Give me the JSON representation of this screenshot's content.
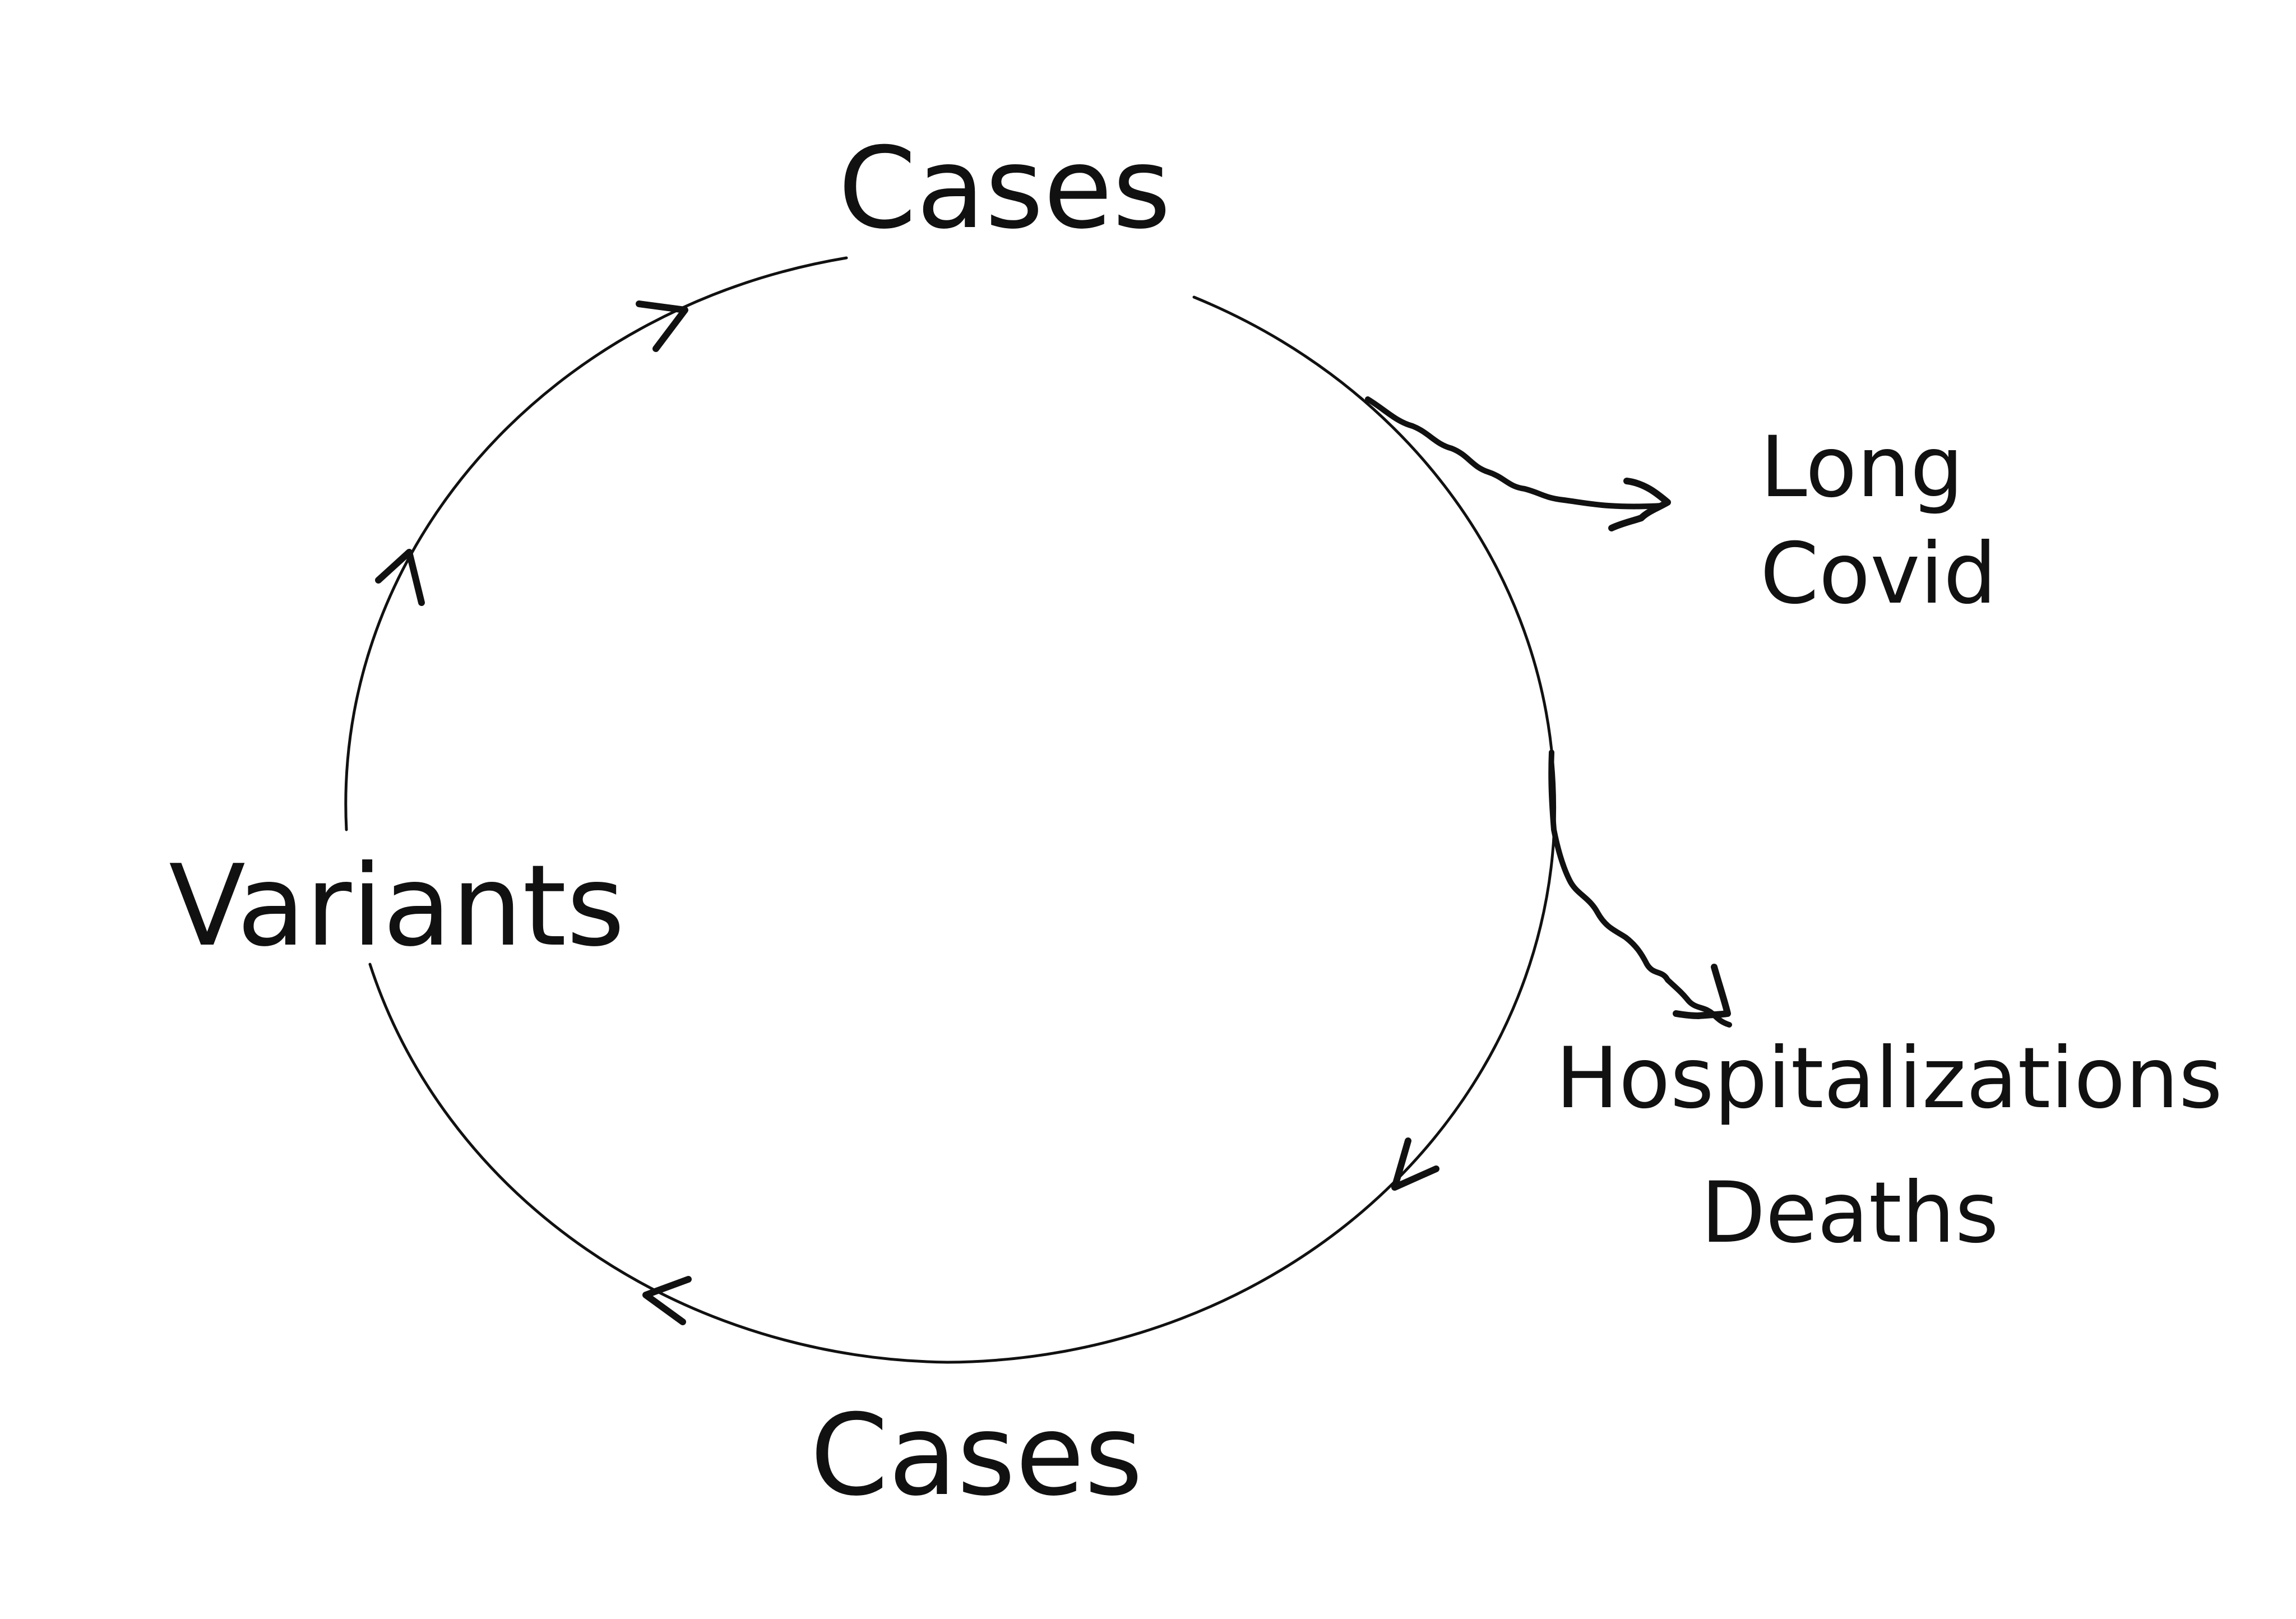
{
  "diagram": {
    "cycle_nodes": {
      "cases_top": "Cases",
      "variants": "Variants",
      "cases_bottom": "Cases"
    },
    "outcomes": {
      "long_covid": [
        "Long",
        "Covid"
      ],
      "severe": [
        "Hospitalizations",
        "Deaths"
      ]
    },
    "colors": {
      "ink": "#111111",
      "background": "#ffffff"
    }
  }
}
